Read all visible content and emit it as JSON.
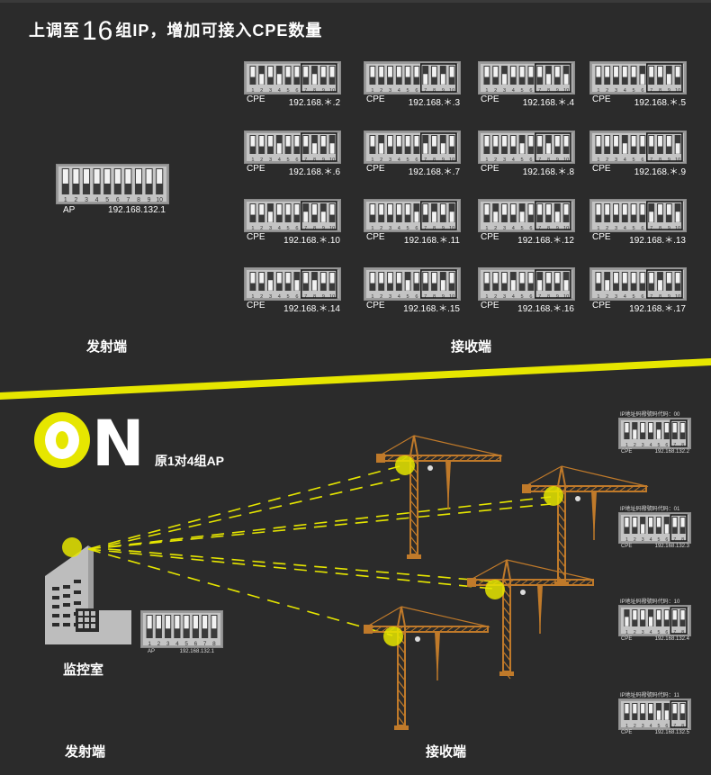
{
  "heading": {
    "pre": "上调至",
    "num": "16",
    "post": "组IP，增加可接入CPE数量"
  },
  "top_ap": {
    "label": "AP",
    "ip": "192.168.132.1"
  },
  "top_cpes": [
    {
      "label": "CPE",
      "ip": "192.168.＊.2"
    },
    {
      "label": "CPE",
      "ip": "192.168.＊.3"
    },
    {
      "label": "CPE",
      "ip": "192.168.＊.4"
    },
    {
      "label": "CPE",
      "ip": "192.168.＊.5"
    },
    {
      "label": "CPE",
      "ip": "192.168.＊.6"
    },
    {
      "label": "CPE",
      "ip": "192.168.＊.7"
    },
    {
      "label": "CPE",
      "ip": "192.168.＊.8"
    },
    {
      "label": "CPE",
      "ip": "192.168.＊.9"
    },
    {
      "label": "CPE",
      "ip": "192.168.＊.10"
    },
    {
      "label": "CPE",
      "ip": "192.168.＊.11"
    },
    {
      "label": "CPE",
      "ip": "192.168.＊.12"
    },
    {
      "label": "CPE",
      "ip": "192.168.＊.13"
    },
    {
      "label": "CPE",
      "ip": "192.168.＊.14"
    },
    {
      "label": "CPE",
      "ip": "192.168.＊.15"
    },
    {
      "label": "CPE",
      "ip": "192.168.＊.16"
    },
    {
      "label": "CPE",
      "ip": "192.168.＊.17"
    }
  ],
  "top_labels": {
    "sender": "发射端",
    "receiver": "接收端"
  },
  "on_text": {
    "o": "O",
    "n": "N",
    "sub": "原1对4组AP"
  },
  "bottom_ap": {
    "label": "AP",
    "ip": "192.168.132.1"
  },
  "monitor_room": "监控室",
  "bottom_cpes": [
    {
      "title": "IP地址码撥號码代码：00",
      "label": "CPE",
      "ip": "192.168.132.2"
    },
    {
      "title": "IP地址码撥號码代码：01",
      "label": "CPE",
      "ip": "192.168.132.3"
    },
    {
      "title": "IP地址码撥號码代码：10",
      "label": "CPE",
      "ip": "192.168.132.4"
    },
    {
      "title": "IP地址码撥號码代码：11",
      "label": "CPE",
      "ip": "192.168.132.5"
    }
  ],
  "bottom_labels": {
    "sender": "发射端",
    "receiver": "接收端"
  },
  "colors": {
    "yellow": "#e6e600",
    "crane": "#c07a2a",
    "bg": "#2b2b2b",
    "dip": "#c4c4c4"
  },
  "dip_numbers": [
    "1",
    "2",
    "3",
    "4",
    "5",
    "6",
    "7",
    "8",
    "9",
    "10"
  ]
}
